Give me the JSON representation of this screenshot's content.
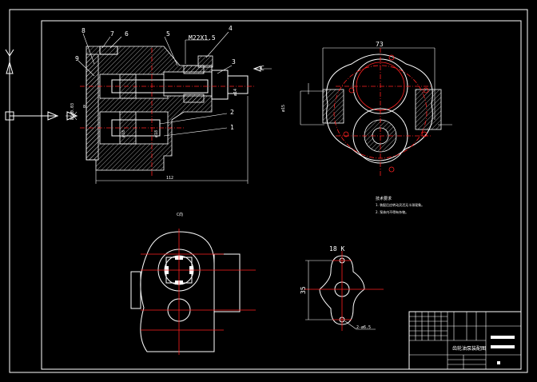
{
  "labels": {
    "part_1": "1",
    "part_2": "2",
    "part_3": "3",
    "part_4": "4",
    "part_5": "5",
    "part_6": "6",
    "part_7": "7",
    "part_8": "8",
    "part_9": "9",
    "thread": "M22X1.5",
    "dim_73": "73",
    "dim_112": "112",
    "dim_35": "35",
    "dim_phi15": "ø15",
    "dim_phi14": "ø14",
    "section_c": "C",
    "dim_8": "8",
    "dim_18": "18 K",
    "dim_dia": "ø5@0.03",
    "dim_2x": "2-ø6.5",
    "dim_3": "3",
    "view_cw": "C向",
    "dim_sm": "ø18",
    "dim_sm2": "ø18"
  },
  "notes": {
    "heading": "技术要求",
    "line1": "1. 装配后应转动灵活无卡滞现象。",
    "line2": "2. 泵体内不得有杂物。"
  },
  "title_block": {
    "drawing_name": "齿轮油泵装配图"
  },
  "colors": {
    "background": "#000000",
    "geometry": "#ffffff",
    "centerline": "#ff2020"
  }
}
